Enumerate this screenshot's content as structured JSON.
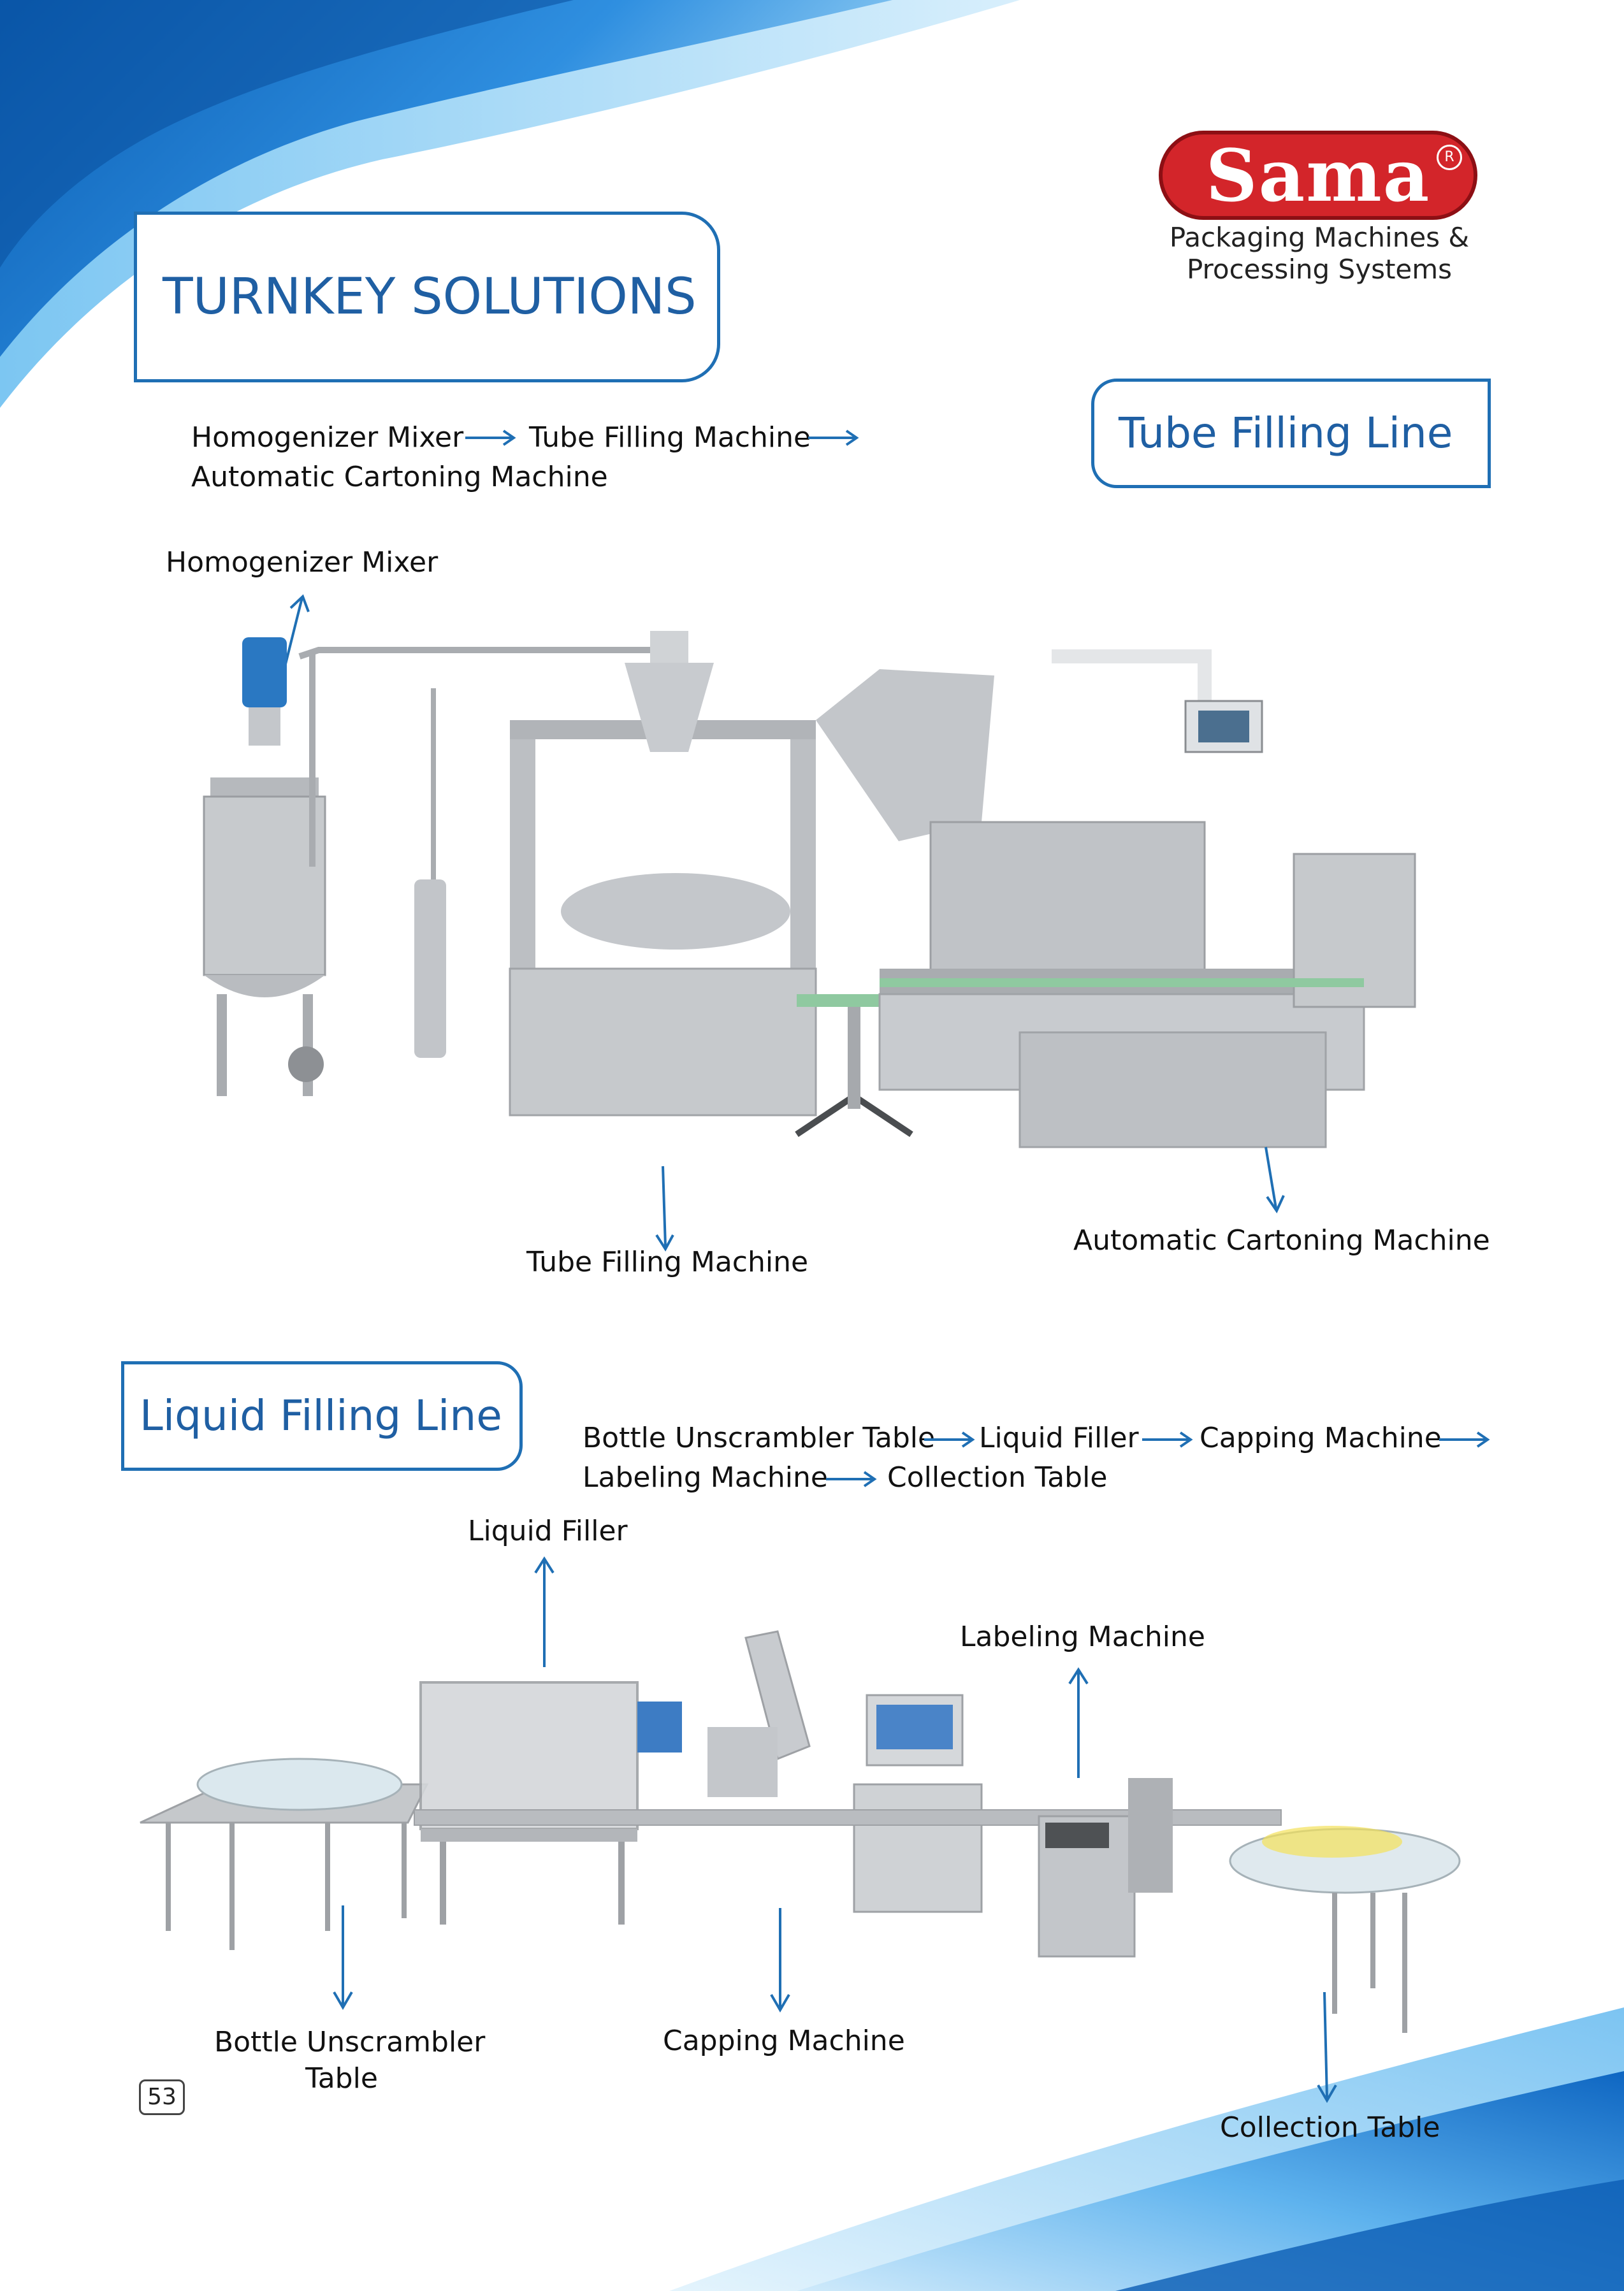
{
  "brand": {
    "logo_text": "Sama",
    "registered_mark": "R",
    "tagline_line1": "Packaging Machines &",
    "tagline_line2": "Processing Systems",
    "logo_color": "#d3252a"
  },
  "header": {
    "title": "TURNKEY SOLUTIONS"
  },
  "tube_line": {
    "title": "Tube Filling Line",
    "flow_step1": "Homogenizer Mixer",
    "flow_step2": "Tube Filling Machine",
    "flow_step3": "Automatic Cartoning Machine",
    "label_mixer": "Homogenizer Mixer",
    "label_filler": "Tube Filling Machine",
    "label_cartoner": "Automatic Cartoning Machine"
  },
  "liquid_line": {
    "title": "Liquid Filling Line",
    "flow_step1": "Bottle Unscrambler Table",
    "flow_step2": "Liquid Filler",
    "flow_step3": "Capping Machine",
    "flow_step4": "Labeling Machine",
    "flow_step5": "Collection Table",
    "label_filler": "Liquid Filler",
    "label_labeling": "Labeling Machine",
    "label_unscrambler_line1": "Bottle Unscrambler",
    "label_unscrambler_line2": "Table",
    "label_capping": "Capping Machine",
    "label_collection": "Collection Table"
  },
  "footer": {
    "page_number": "53"
  },
  "colors": {
    "accent_blue": "#1f6fb4",
    "steel": "#b9bcc0"
  },
  "icons": [
    "arrow-right-icon",
    "arrow-up-icon",
    "arrow-down-icon"
  ]
}
